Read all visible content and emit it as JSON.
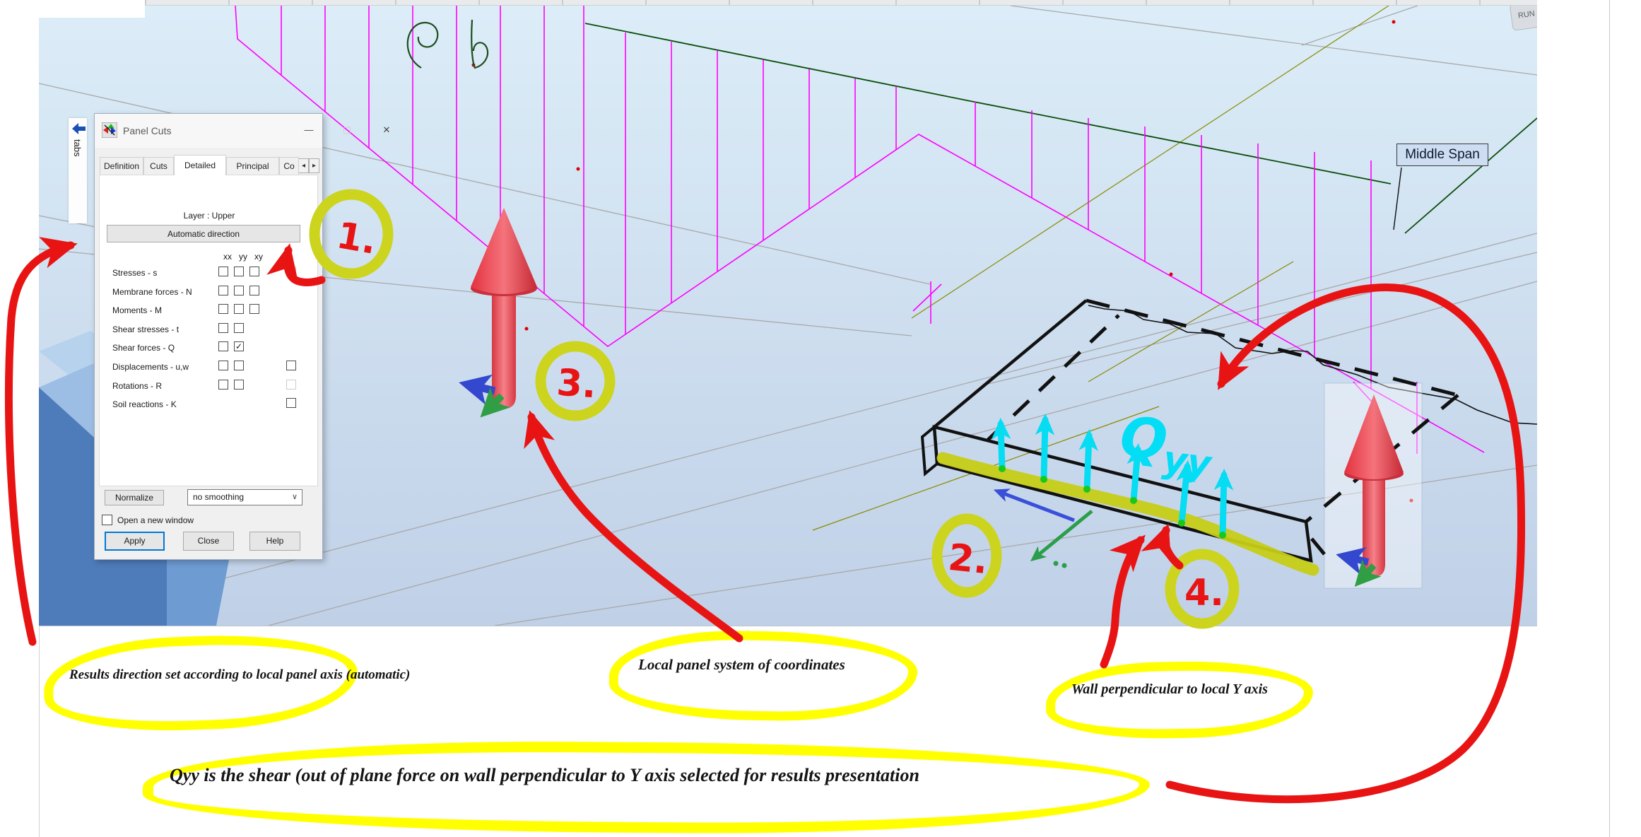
{
  "window": {
    "title": "Panel Cuts",
    "tabs": [
      "Definition",
      "Cuts",
      "Detailed",
      "Principal",
      "Co"
    ],
    "active_tab": "Detailed",
    "layer_label": "Layer : Upper",
    "auto_button": "Automatic direction",
    "matrix": {
      "columns": [
        "xx",
        "yy",
        "xy"
      ],
      "rows": [
        {
          "label": "Stresses - s",
          "main": [
            1,
            1,
            1
          ],
          "checked": [
            false,
            false,
            false
          ],
          "far": "disabled"
        },
        {
          "label": "Membrane forces - N",
          "main": [
            1,
            1,
            1
          ],
          "checked": [
            false,
            false,
            false
          ],
          "far": "none"
        },
        {
          "label": "Moments - M",
          "main": [
            1,
            1,
            1
          ],
          "checked": [
            false,
            false,
            false
          ],
          "far": "none"
        },
        {
          "label": "Shear stresses - t",
          "main": [
            1,
            1,
            0
          ],
          "checked": [
            false,
            false,
            false
          ],
          "far": "none"
        },
        {
          "label": "Shear forces - Q",
          "main": [
            1,
            1,
            0
          ],
          "checked": [
            false,
            true,
            false
          ],
          "far": "none"
        },
        {
          "label": "Displacements - u,w",
          "main": [
            1,
            1,
            0
          ],
          "checked": [
            false,
            false,
            false
          ],
          "far": "enabled"
        },
        {
          "label": "Rotations - R",
          "main": [
            1,
            1,
            0
          ],
          "checked": [
            false,
            false,
            false
          ],
          "far": "disabled"
        },
        {
          "label": "Soil reactions - K",
          "main": [
            0,
            0,
            0
          ],
          "checked": [
            false,
            false,
            false
          ],
          "far": "enabled"
        }
      ]
    },
    "normalize_button": "Normalize",
    "smoothing_value": "no smoothing",
    "new_window_label": "Open a new window",
    "apply_label": "Apply",
    "close_label": "Close",
    "help_label": "Help",
    "minimize_glyph": "—",
    "close_glyph": "✕",
    "tab_scroll_left": "◂",
    "tab_scroll_right": "▸"
  },
  "side": {
    "tabs_label": "tabs"
  },
  "scene": {
    "middle_span_label": "Middle Span",
    "view_cube_text": "RUN",
    "qyy": {
      "q": "Q",
      "yy": "yy"
    }
  },
  "annotations": {
    "n1": "1.",
    "n2": "2.",
    "n3": "3.",
    "n4": "4.",
    "t1": "Results direction set according to local panel axis (automatic)",
    "t2": "Local panel system of coordinates",
    "t3": "Wall perpendicular to local Y axis",
    "t4": "Qyy is the shear (out of plane force on wall perpendicular to Y axis selected for results presentation"
  },
  "colors": {
    "annotation_red": "#e81414",
    "highlight_yellow": "#ffff00",
    "highlight_olive": "#ccd41e",
    "cyan": "#06dcf2",
    "accent_blue": "#0078d7",
    "magenta": "#ff00ff"
  }
}
